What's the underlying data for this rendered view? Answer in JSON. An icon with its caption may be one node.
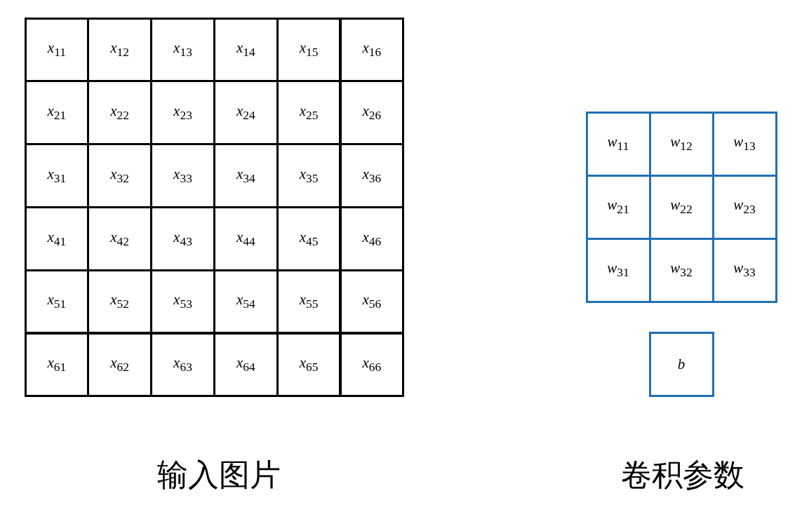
{
  "diagram": {
    "labels": [
      "*x*$_{11}$",
      "*x*$_{12}$",
      "*x*$_{13}$",
      "*x*$_{14}$",
      "*x*$_{15}$",
      "*x*$_{16}$",
      "*x*$_{21}$",
      "*x*$_{22}$",
      "*x*$_{23}$",
      "*x*$_{24}$",
      "*x*$_{25}$",
      "*x*$_{26}$",
      "*x*$_{31}$",
      "*x*$_{32}$",
      "*x*$_{33}$",
      "*x*$_{34}$",
      "*x*$_{35}$",
      "*x*$_{36}$",
      "*x*$_{41}$",
      "*x*$_{42}$",
      "*x*$_{43}$",
      "*x*$_{44}$",
      "*x*$_{45}$",
      "*x*$_{46}$",
      "*x*$_{51}$",
      "*x*$_{52}$",
      "*x*$_{53}$",
      "*x*$_{54}$",
      "*x*$_{55}$",
      "*x*$_{56}$",
      "*x*$_{61}$",
      "*x*$_{62}$",
      "*x*$_{63}$",
      "*x*$_{64}$",
      "*x*$_{65}$",
      "*x*$_{66}$",
      "*w*$_{11}$",
      "*w*$_{12}$",
      "*w*$_{13}$",
      "*w*$_{21}$",
      "*w*$_{22}$",
      "*w*$_{23}$",
      "*w*$_{31}$",
      "*w*$_{32}$",
      "*w*$_{33}$",
      "*b*",
      "输入图片",
      "卷积参数"
    ]
  }
}
